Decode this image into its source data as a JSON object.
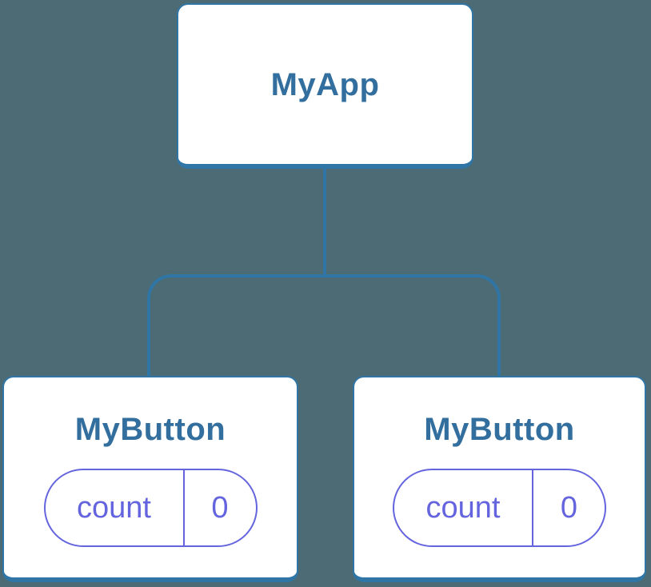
{
  "colors": {
    "background": "#4C6B75",
    "line-blue": "#2F76A6",
    "title-blue": "#336F9E",
    "purple": "#6464DF",
    "card-bg": "#FFFFFF"
  },
  "diagram": {
    "root": {
      "label": "MyApp"
    },
    "children": [
      {
        "label": "MyButton",
        "state": {
          "key": "count",
          "value": "0"
        }
      },
      {
        "label": "MyButton",
        "state": {
          "key": "count",
          "value": "0"
        }
      }
    ]
  }
}
